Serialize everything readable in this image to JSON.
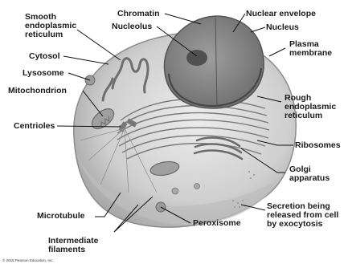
{
  "labels": {
    "smooth_er": "Smooth\nendoplasmic\nreticulum",
    "chromatin": "Chromatin",
    "nucleolus": "Nucleolus",
    "nuclear_envelope": "Nuclear envelope",
    "nucleus": "Nucleus",
    "plasma_membrane": "Plasma\nmembrane",
    "cytosol": "Cytosol",
    "lysosome": "Lysosome",
    "mitochondrion": "Mitochondrion",
    "rough_er": "Rough\nendoplasmic\nreticulum",
    "centrioles": "Centrioles",
    "ribosomes": "Ribosomes",
    "golgi": "Golgi\napparatus",
    "microtubule": "Microtubule",
    "secretion": "Secretion being\nreleased from cell\nby exocytosis",
    "peroxisome": "Peroxisome",
    "intermediate_filaments": "Intermediate\nfilaments"
  },
  "copyright": "© 2015 Pearson Education, Inc.",
  "colors": {
    "cell_fill": "#d9d9d9",
    "cell_edge": "#8c8c8c",
    "nucleus_fill": "#8a8a8a",
    "organelle_fill": "#9c9c9c",
    "leader_line": "#111111"
  }
}
